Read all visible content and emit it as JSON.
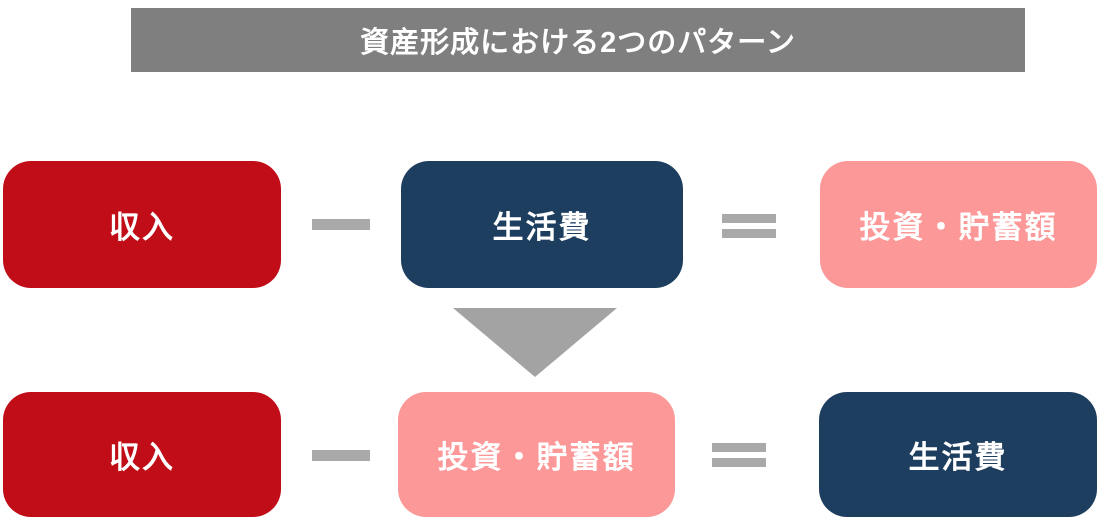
{
  "title": {
    "text": "資産形成における2つのパターン",
    "background": "#7F7F7F",
    "text_color": "#FFFFFF"
  },
  "colors": {
    "red_box": "#C00D18",
    "navy_box": "#1E3E5F",
    "pink_box": "#FC9898",
    "title_bar_gray": "#7F7F7F",
    "operator_gray": "#A9A9A9",
    "arrow_gray": "#A3A3A3",
    "label_white": "#FFFFFF",
    "background": "#FFFFFF"
  },
  "rows": [
    {
      "name": "pattern-1",
      "boxes": [
        {
          "label": "収入",
          "variant": "red"
        },
        {
          "label": "生活費",
          "variant": "navy"
        },
        {
          "label": "投資・貯蓄額",
          "variant": "pink"
        }
      ],
      "operators": [
        {
          "type": "minus",
          "symbol": "−"
        },
        {
          "type": "equals",
          "symbol": "="
        }
      ]
    },
    {
      "name": "pattern-2",
      "boxes": [
        {
          "label": "収入",
          "variant": "red"
        },
        {
          "label": "投資・貯蓄額",
          "variant": "pink"
        },
        {
          "label": "生活費",
          "variant": "navy"
        }
      ],
      "operators": [
        {
          "type": "minus",
          "symbol": "−"
        },
        {
          "type": "equals",
          "symbol": "="
        }
      ]
    }
  ],
  "arrow": {
    "type": "down-triangle",
    "meaning": "pattern 1 transforms into pattern 2",
    "color": "#A3A3A3"
  }
}
